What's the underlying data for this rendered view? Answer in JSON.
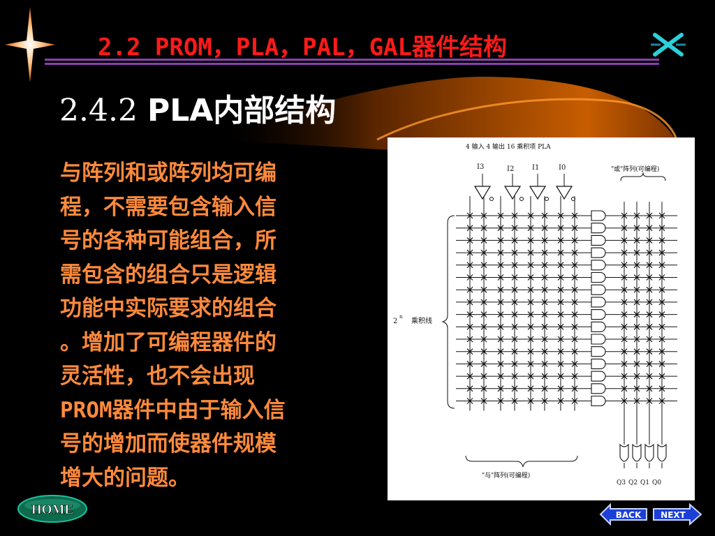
{
  "header": {
    "title": "2.2 PROM，PLA，PAL，GAL器件结构",
    "close_icon": "ornamental-x-icon",
    "corner_icon": "four-point-star-icon"
  },
  "section": {
    "number": "2.4.2 ",
    "title": "PLA内部结构"
  },
  "body": {
    "lines": [
      "与阵列和或阵列均可编",
      "程，不需要包含输入信",
      "号的各种可能组合，所",
      "需包含的组合只是逻辑",
      "功能中实际要求的组合",
      "。增加了可编程器件的",
      "灵活性，也不会出现",
      "PROM器件中由于输入信",
      "号的增加而使器件规模",
      "增大的问题。"
    ]
  },
  "figure": {
    "caption_top": "4 输入 4 输出 16 乘积项 PLA",
    "inputs": [
      "I3",
      "I2",
      "I1",
      "I0"
    ],
    "or_array_label": "\"或\"阵列(可编程)",
    "product_lines_exp": "2",
    "product_lines_sup": "n",
    "product_lines_label": "乘积线",
    "and_array_label": "\"与\"阵列(可编程)",
    "outputs": [
      "Q3",
      "Q2",
      "Q1",
      "Q0"
    ]
  },
  "nav": {
    "home_label": "HOME",
    "back_label": "BACK",
    "next_label": "NEXT"
  },
  "colors": {
    "title_red": "#ff1a1a",
    "body_orange": "#ff8a3c",
    "rule_purple": "#8a3fb0",
    "nav_blue": "#1c3fd8"
  }
}
